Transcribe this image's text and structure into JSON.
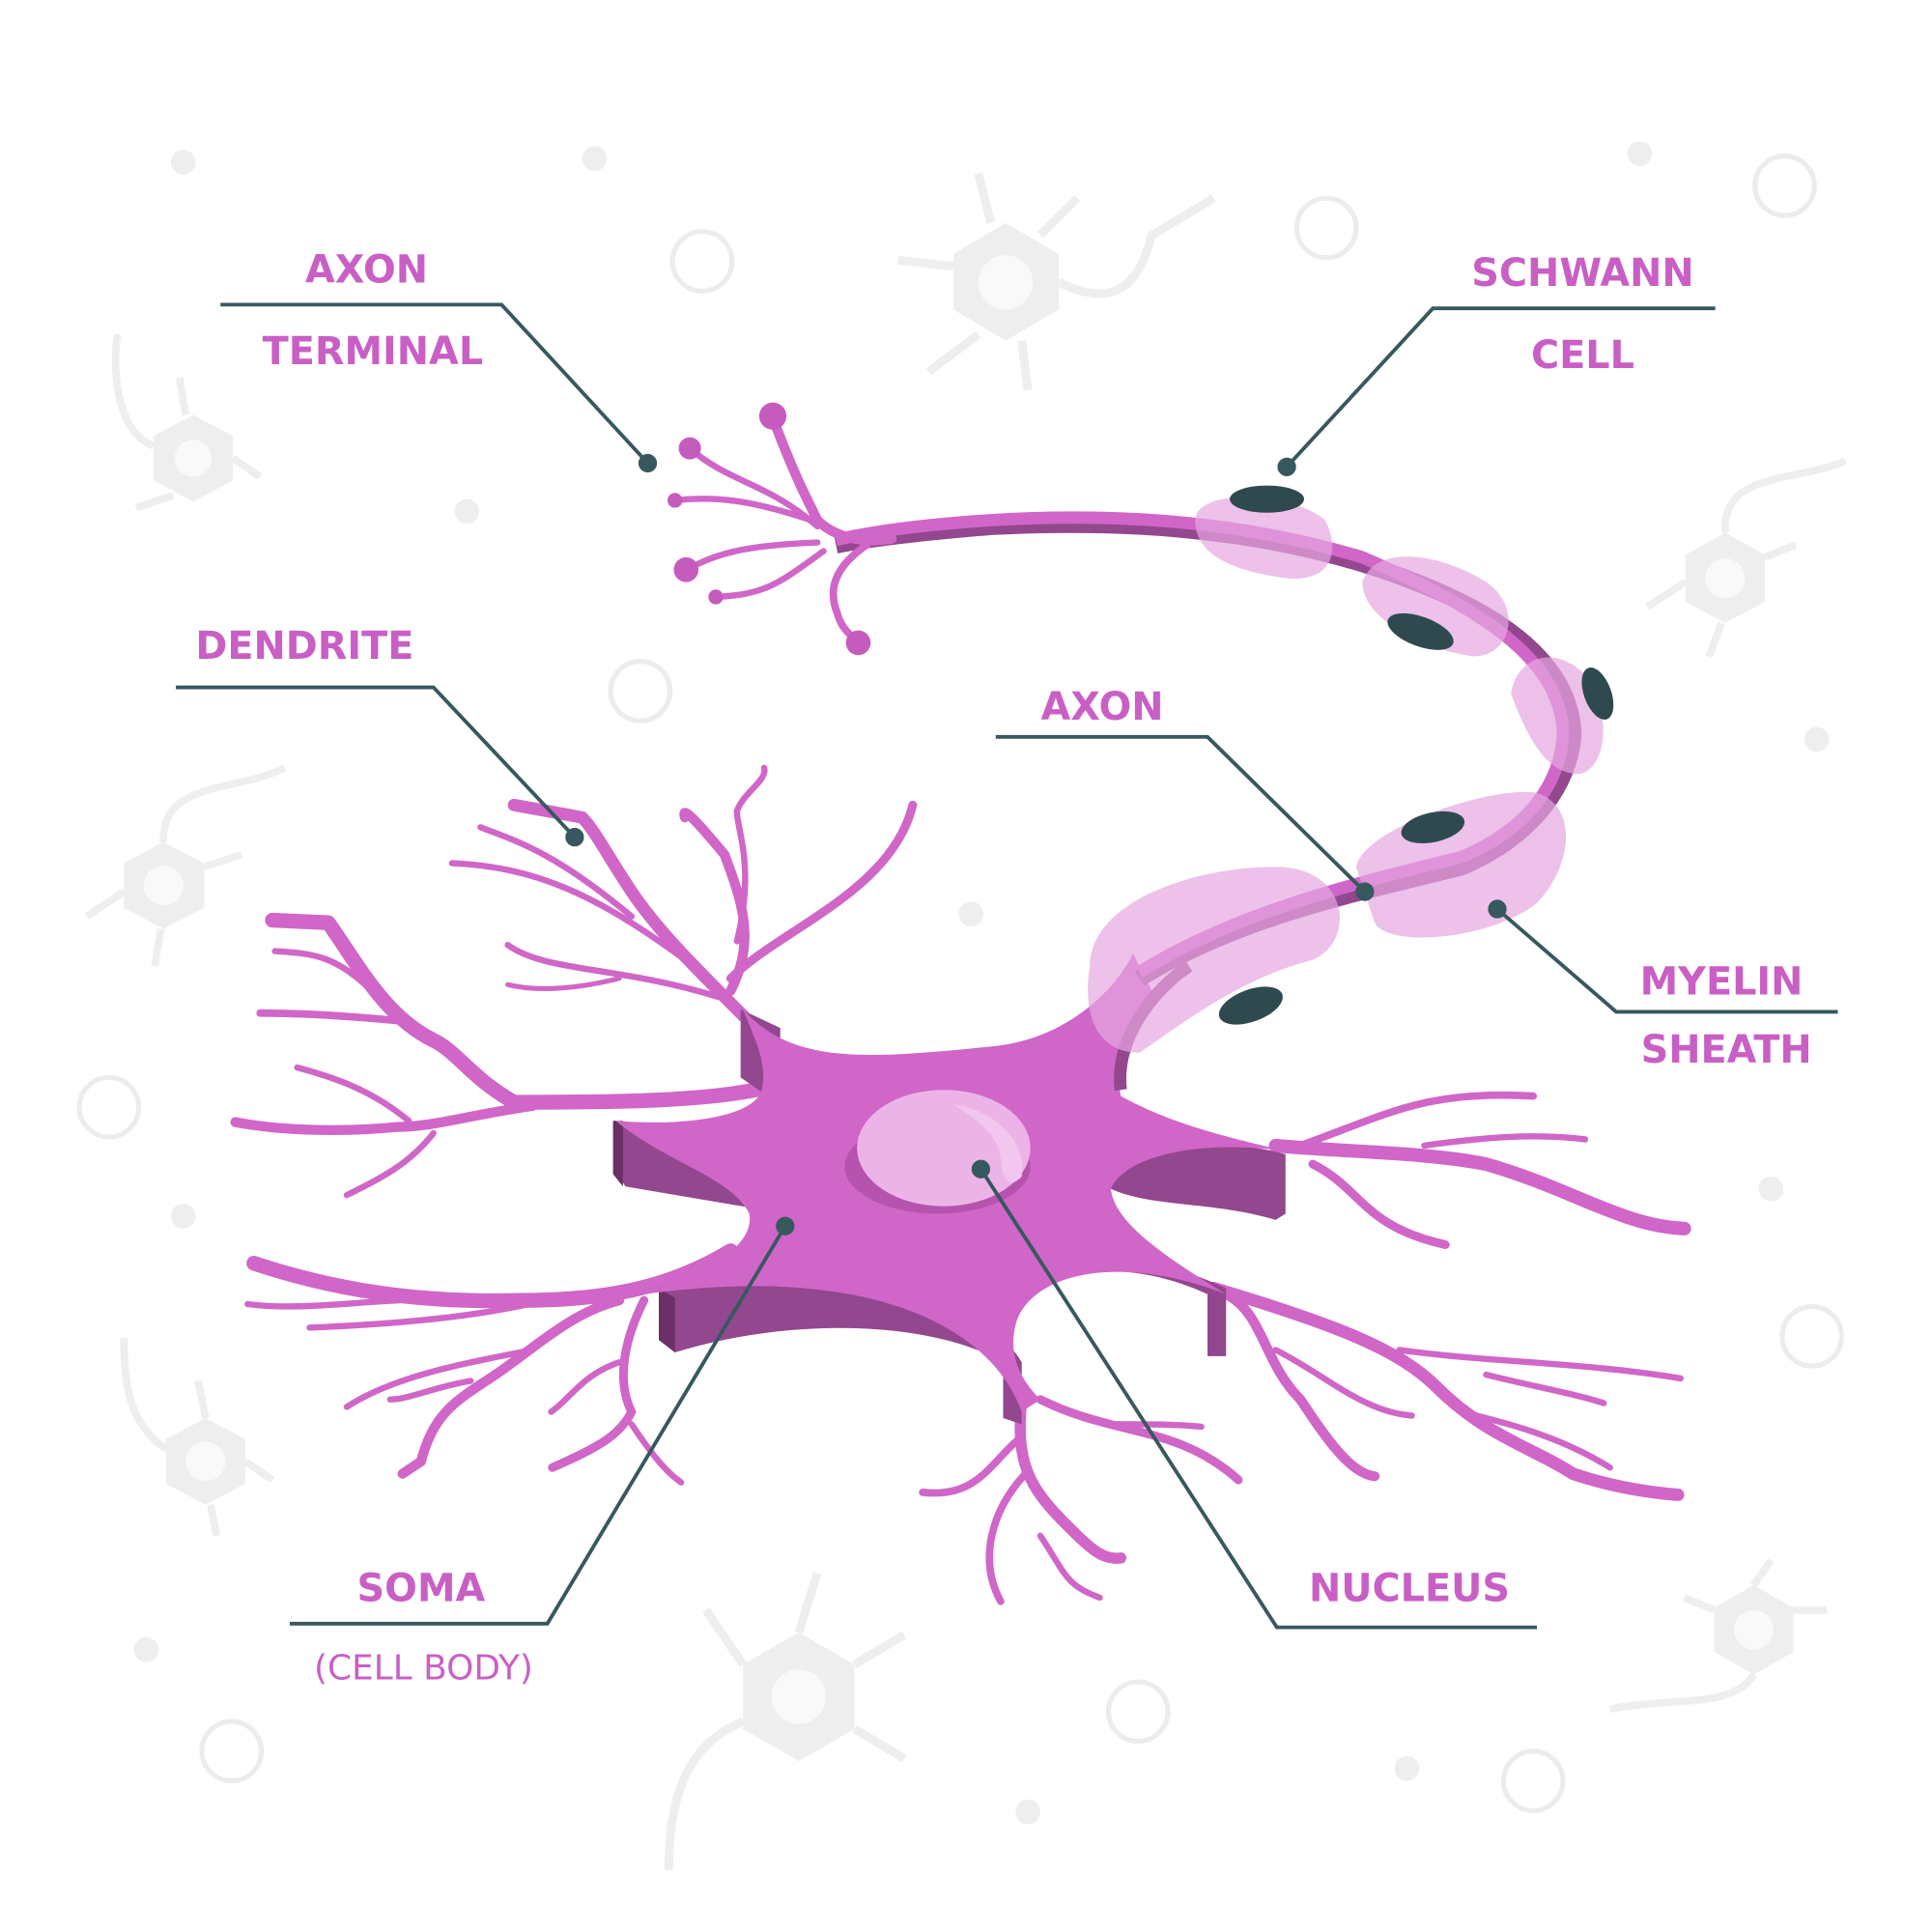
{
  "labels": {
    "axon_terminal": [
      "AXON",
      "TERMINAL"
    ],
    "schwann_cell": [
      "SCHWANN",
      "CELL"
    ],
    "dendrite": "DENDRITE",
    "axon": "AXON",
    "myelin_sheath": [
      "MYELIN",
      "SHEATH"
    ],
    "soma": "SOMA",
    "soma_sub": "(CELL BODY)",
    "nucleus": "NUCLEUS"
  },
  "colors": {
    "label": "#C95FC4",
    "leader": "#37585F",
    "cell": "#D066C8",
    "cell_shadow": "#93478E",
    "cell_dark": "#6A2F66",
    "nucleus": "#ECB4E6",
    "myelin": "#E6A6E0",
    "schwann_nucleus": "#2F4A4F",
    "background_icon": "#EEEEEE"
  }
}
